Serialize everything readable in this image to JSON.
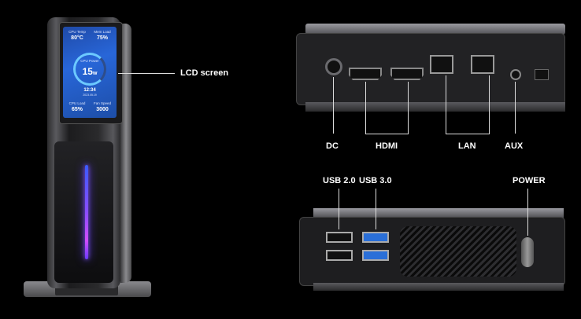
{
  "lcd": {
    "cpu_temp_label": "CPU Temp",
    "cpu_temp_value": "80°C",
    "mem_load_label": "Mem Load",
    "mem_load_value": "75%",
    "cpu_power_label": "CPU Power",
    "cpu_power_value": "15",
    "cpu_power_unit": "w",
    "time": "12:34",
    "date": "2023.05.19",
    "cpu_load_label": "CPU Load",
    "cpu_load_value": "65%",
    "fan_speed_label": "Fan Speed",
    "fan_speed_value": "3000"
  },
  "callouts": {
    "lcd_screen": "LCD screen",
    "dc": "DC",
    "hdmi": "HDMI",
    "lan": "LAN",
    "aux": "AUX",
    "usb2": "USB 2.0",
    "usb3": "USB 3.0",
    "power": "POWER"
  },
  "colors": {
    "background": "#000000",
    "lightbar": "#8a4dff",
    "lcd_screen": "#2866d8",
    "usb3_port": "#2a6fd8"
  }
}
